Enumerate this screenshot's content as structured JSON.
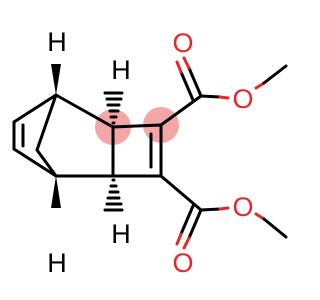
{
  "colors": {
    "background": "#ffffff",
    "bond": "#000000",
    "oxygen": "#e8262a",
    "hydrogen": "#000000",
    "highlight": "#f4a6a6"
  },
  "atoms": {
    "h_top_left": "H",
    "h_top_right": "H",
    "h_bottom_left": "H",
    "h_bottom_right": "H",
    "o_top_carbonyl": "O",
    "o_top_ester": "O",
    "o_bottom_carbonyl": "O",
    "o_bottom_ester": "O"
  },
  "highlighted_atoms": [
    "ring-fusion-carbon-top",
    "cyclobutene-carbon-top"
  ]
}
